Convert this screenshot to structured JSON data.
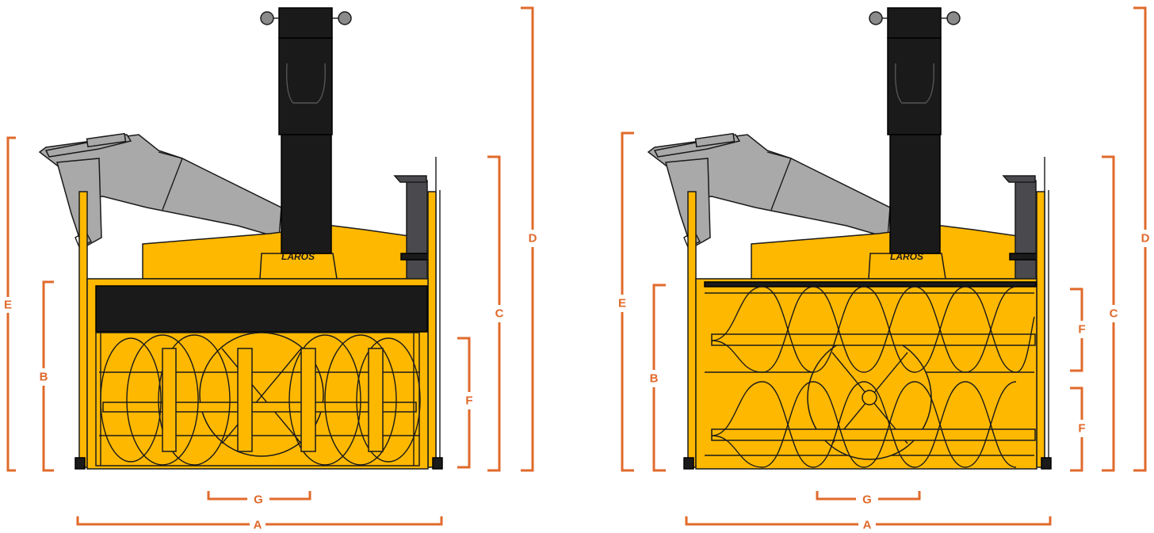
{
  "diagram": {
    "colors": {
      "dimension": "#e06a2b",
      "body": "#ffb800",
      "chute": "#1a1a1a",
      "arm": "#a9a9a9"
    },
    "views": [
      {
        "id": "single-stage-view",
        "dimension_labels": {
          "A": "A",
          "B": "B",
          "C": "C",
          "D": "D",
          "E": "E",
          "F": "F",
          "G": "G"
        },
        "logo_text": "LAROS"
      },
      {
        "id": "two-stage-view",
        "dimension_labels": {
          "A": "A",
          "B": "B",
          "C": "C",
          "D": "D",
          "E": "E",
          "F_upper": "F",
          "F_lower": "F",
          "G": "G"
        },
        "logo_text": "LAROS"
      }
    ]
  }
}
